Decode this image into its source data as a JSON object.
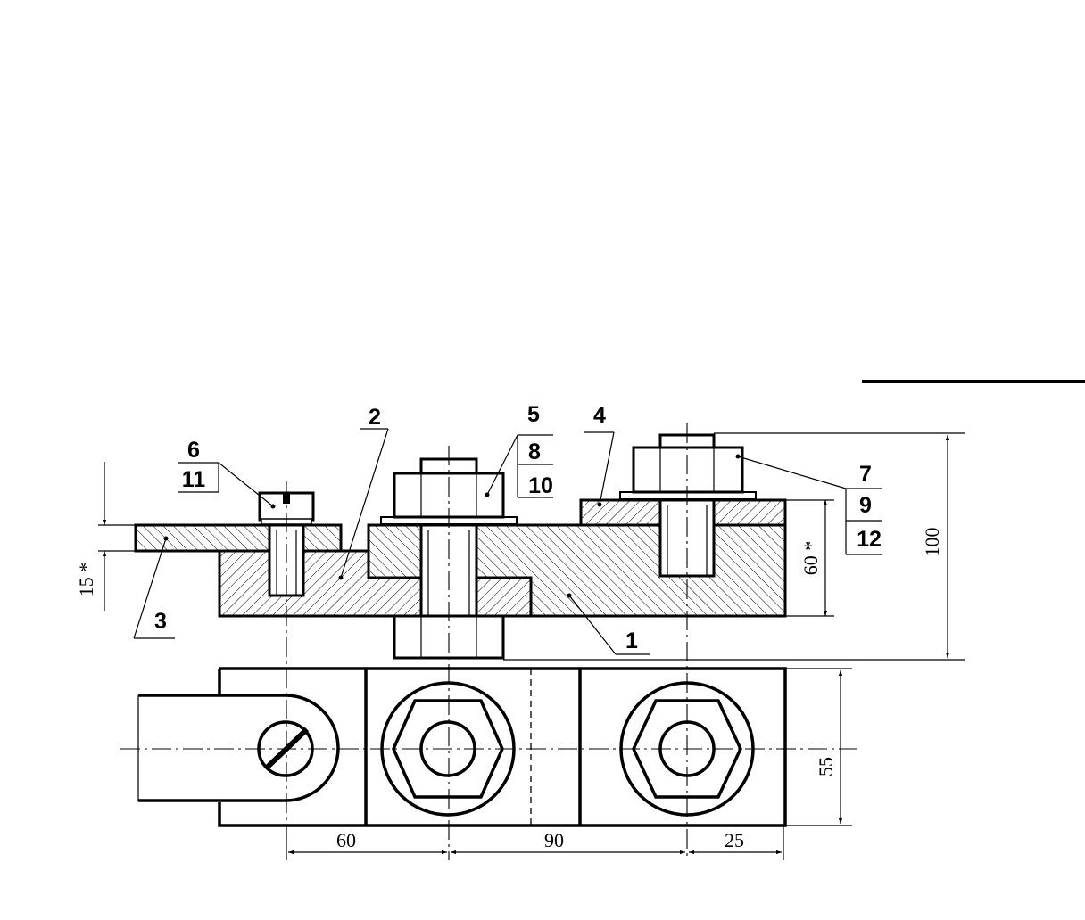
{
  "labels": {
    "part1": "1",
    "part2": "2",
    "part3": "3",
    "part4": "4",
    "part5": "5",
    "part6": "6",
    "part7": "7",
    "part8": "8",
    "part9": "9",
    "part10": "10",
    "part11": "11",
    "part12": "12"
  },
  "dimensions": {
    "thickness_star": "15 *",
    "height_star": "60 *",
    "overall_height": "100",
    "width": "55",
    "pitch_left": "60",
    "pitch_middle": "90",
    "pitch_right": "25"
  }
}
